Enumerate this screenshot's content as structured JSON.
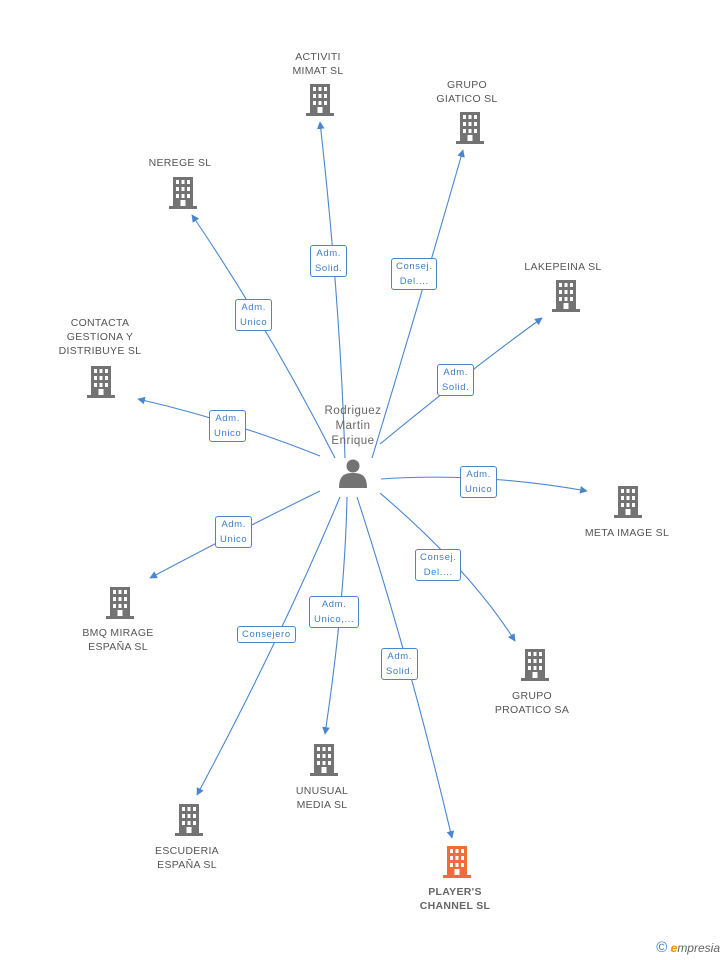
{
  "colors": {
    "edge": "#4a86d0",
    "building": "#737373",
    "highlight": "#f26b3a",
    "label": "#555555"
  },
  "person": {
    "name": "Rodriguez\nMartin\nEnrique",
    "icon": "person-icon"
  },
  "companies": [
    {
      "id": "activiti",
      "label": "ACTIVITI\nMIMAT SL",
      "icon": "building-icon"
    },
    {
      "id": "grupo-giatico",
      "label": "GRUPO\nGIATICO SL",
      "icon": "building-icon"
    },
    {
      "id": "nerege",
      "label": "NEREGE SL",
      "icon": "building-icon"
    },
    {
      "id": "lakepeina",
      "label": "LAKEPEINA SL",
      "icon": "building-icon"
    },
    {
      "id": "contacta",
      "label": "CONTACTA\nGESTIONA Y\nDISTRIBUYE SL",
      "icon": "building-icon"
    },
    {
      "id": "meta-image",
      "label": "META IMAGE SL",
      "icon": "building-icon"
    },
    {
      "id": "bmq-mirage",
      "label": "BMQ MIRAGE\nESPAÑA SL",
      "icon": "building-icon"
    },
    {
      "id": "grupo-proatico",
      "label": "GRUPO\nPROATICO SA",
      "icon": "building-icon"
    },
    {
      "id": "unusual-media",
      "label": "UNUSUAL\nMEDIA SL",
      "icon": "building-icon"
    },
    {
      "id": "escuderia",
      "label": "ESCUDERIA\nESPAÑA SL",
      "icon": "building-icon"
    },
    {
      "id": "players-channel",
      "label": "PLAYER'S\nCHANNEL SL",
      "icon": "building-icon",
      "highlight": true
    }
  ],
  "relations": [
    {
      "target": "activiti",
      "label": "Adm.\nSolid."
    },
    {
      "target": "grupo-giatico",
      "label": "Consej.\nDel...."
    },
    {
      "target": "nerege",
      "label": "Adm.\nUnico"
    },
    {
      "target": "lakepeina",
      "label": "Adm.\nSolid."
    },
    {
      "target": "contacta",
      "label": "Adm.\nUnico"
    },
    {
      "target": "meta-image",
      "label": "Adm.\nUnico"
    },
    {
      "target": "bmq-mirage",
      "label": "Adm.\nUnico"
    },
    {
      "target": "grupo-proatico",
      "label": "Consej.\nDel...."
    },
    {
      "target": "unusual-media",
      "label": "Adm.\nUnico,..."
    },
    {
      "target": "escuderia",
      "label": "Consejero"
    },
    {
      "target": "players-channel",
      "label": "Adm.\nSolid."
    }
  ],
  "footer": {
    "copyright_symbol": "©",
    "brand_initial": "e",
    "brand_rest": "mpresia"
  }
}
